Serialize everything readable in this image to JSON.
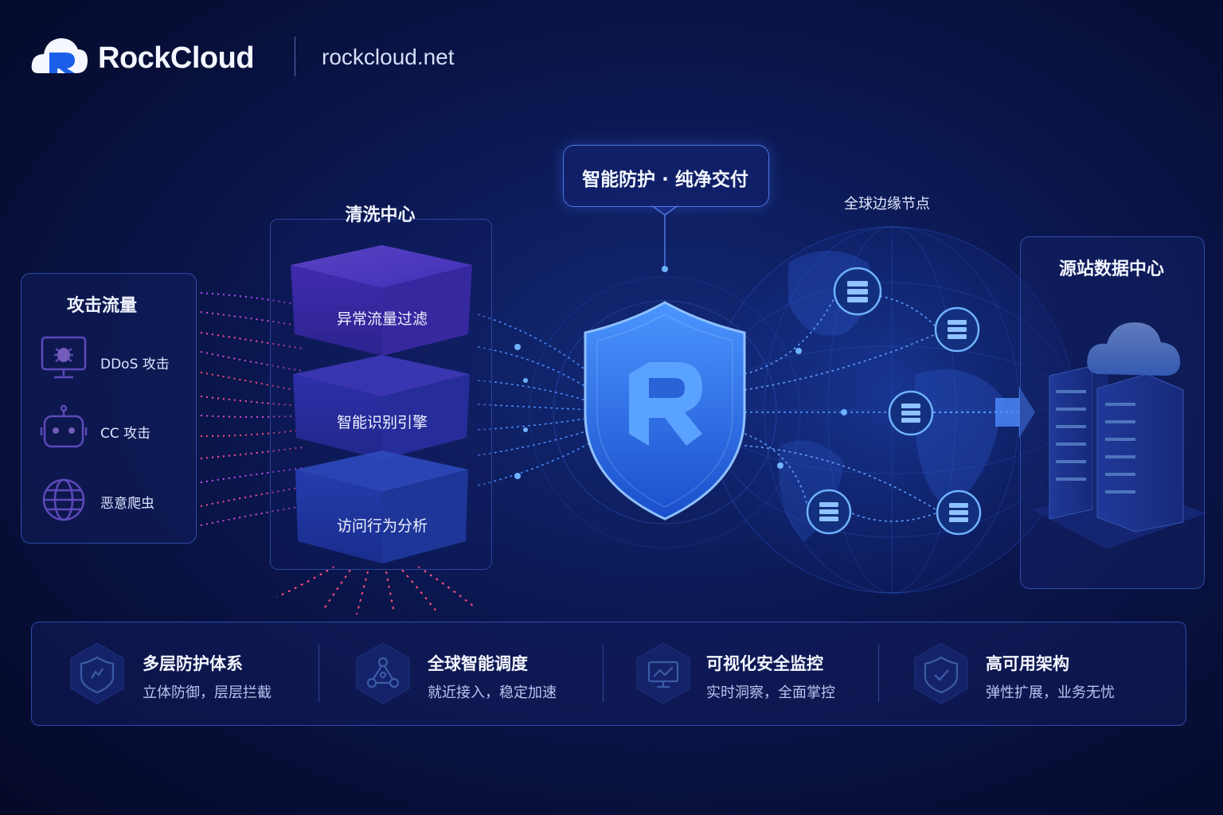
{
  "header": {
    "brand": "RockCloud",
    "domain": "rockcloud.net"
  },
  "attack": {
    "title": "攻击流量",
    "items": [
      {
        "label": "DDoS 攻击",
        "icon": "bug-monitor-icon"
      },
      {
        "label": "CC 攻击",
        "icon": "robot-icon"
      },
      {
        "label": "恶意爬虫",
        "icon": "globe-icon"
      }
    ]
  },
  "cleaning": {
    "title": "清洗中心",
    "layers": [
      "异常流量过滤",
      "智能识别引擎",
      "访问行为分析"
    ]
  },
  "callout": {
    "text": "智能防护 · 纯净交付"
  },
  "edge": {
    "title": "全球边缘节点"
  },
  "origin": {
    "title": "源站数据中心"
  },
  "features": [
    {
      "title": "多层防护体系",
      "desc": "立体防御，层层拦截",
      "icon": "shield-broken-icon"
    },
    {
      "title": "全球智能调度",
      "desc": "就近接入，稳定加速",
      "icon": "network-nodes-icon"
    },
    {
      "title": "可视化安全监控",
      "desc": "实时洞察，全面掌控",
      "icon": "monitor-chart-icon"
    },
    {
      "title": "高可用架构",
      "desc": "弹性扩展，业务无忧",
      "icon": "shield-check-icon"
    }
  ],
  "colors": {
    "accent": "#3d7bff",
    "attack": "#ff4f7b",
    "purple": "#7b4dff",
    "bg": "#0b1852"
  }
}
